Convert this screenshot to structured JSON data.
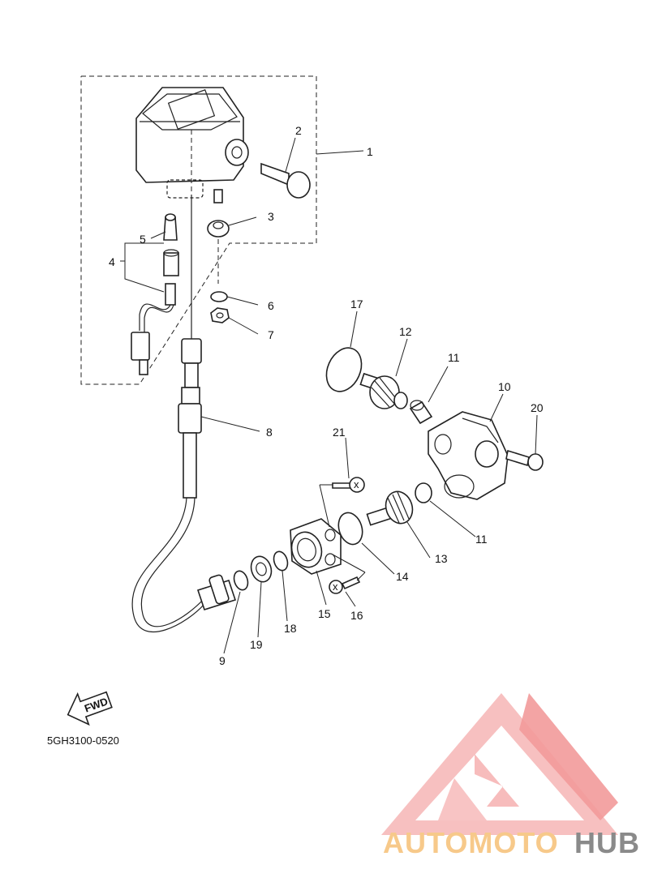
{
  "diagram": {
    "callouts": [
      {
        "id": "c1",
        "label": "1"
      },
      {
        "id": "c2",
        "label": "2"
      },
      {
        "id": "c3",
        "label": "3"
      },
      {
        "id": "c4",
        "label": "4"
      },
      {
        "id": "c5",
        "label": "5"
      },
      {
        "id": "c6",
        "label": "6"
      },
      {
        "id": "c7",
        "label": "7"
      },
      {
        "id": "c8",
        "label": "8"
      },
      {
        "id": "c9",
        "label": "9"
      },
      {
        "id": "c10",
        "label": "10"
      },
      {
        "id": "c11a",
        "label": "11"
      },
      {
        "id": "c11b",
        "label": "11"
      },
      {
        "id": "c12",
        "label": "12"
      },
      {
        "id": "c13",
        "label": "13"
      },
      {
        "id": "c14",
        "label": "14"
      },
      {
        "id": "c15",
        "label": "15"
      },
      {
        "id": "c16",
        "label": "16"
      },
      {
        "id": "c17",
        "label": "17"
      },
      {
        "id": "c18",
        "label": "18"
      },
      {
        "id": "c19",
        "label": "19"
      },
      {
        "id": "c20",
        "label": "20"
      },
      {
        "id": "c21",
        "label": "21"
      }
    ],
    "direction_arrow_label": "FWD",
    "diagram_code": "5GH3100-0520"
  },
  "watermark": {
    "brand_part1": "AUTOMOTO",
    "brand_part2": "HUB",
    "color_primary": "#f4a3a3",
    "color_secondary": "#f9d7a0",
    "color_dark": "#8a8a8a"
  }
}
